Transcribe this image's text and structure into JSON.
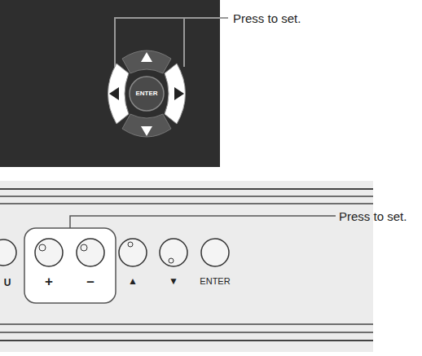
{
  "diagram": {
    "labels": [
      "Press to set.",
      "ENTER",
      "Press to set.",
      "U",
      "+",
      "–",
      "▲",
      "▼",
      "ENTER"
    ]
  }
}
